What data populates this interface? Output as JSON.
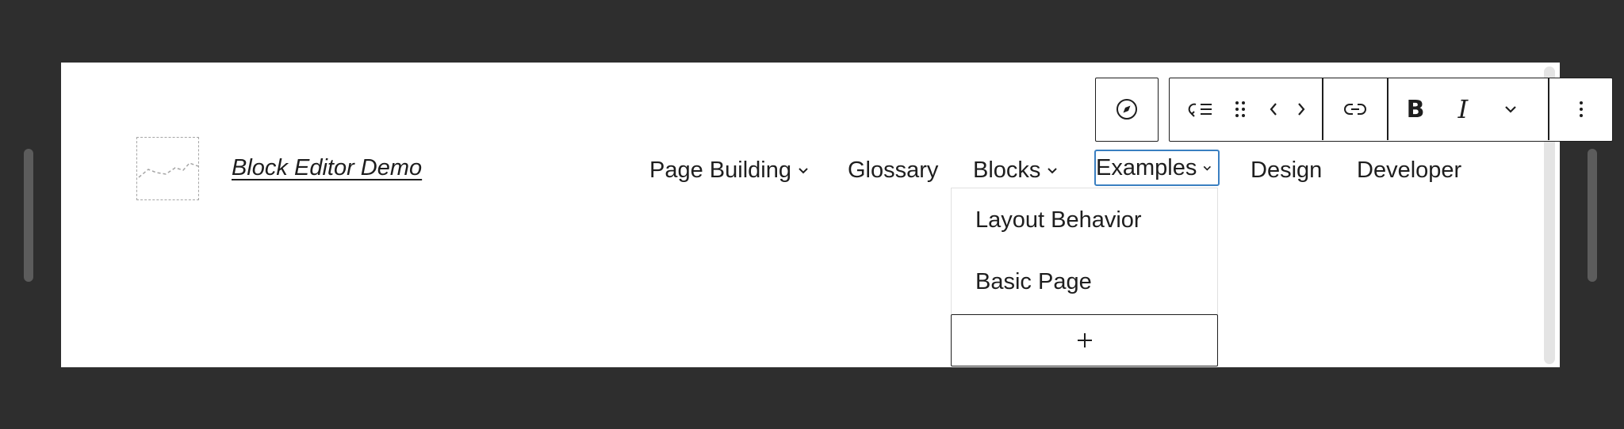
{
  "site": {
    "title": "Block Editor Demo"
  },
  "nav": {
    "items": [
      {
        "label": "Page Building",
        "has_submenu": true
      },
      {
        "label": "Glossary",
        "has_submenu": false
      },
      {
        "label": "Blocks",
        "has_submenu": true
      },
      {
        "label": "Examples",
        "has_submenu": true,
        "selected": true
      },
      {
        "label": "Design",
        "has_submenu": false
      },
      {
        "label": "Developer",
        "has_submenu": false
      }
    ]
  },
  "submenu": {
    "items": [
      {
        "label": "Layout Behavior"
      },
      {
        "label": "Basic Page"
      }
    ],
    "add_icon": "plus-icon"
  },
  "toolbar": {
    "bold_label": "B",
    "italic_label": "I",
    "icons": [
      "compass-icon",
      "list-view-icon",
      "drag-handle-icon",
      "chevron-left-icon",
      "chevron-right-icon",
      "link-icon",
      "chevron-down-icon",
      "more-vertical-icon"
    ]
  },
  "colors": {
    "background": "#2e2e2e",
    "canvas": "#ffffff",
    "selection": "#3a7fc1",
    "text": "#1e1e1e"
  }
}
